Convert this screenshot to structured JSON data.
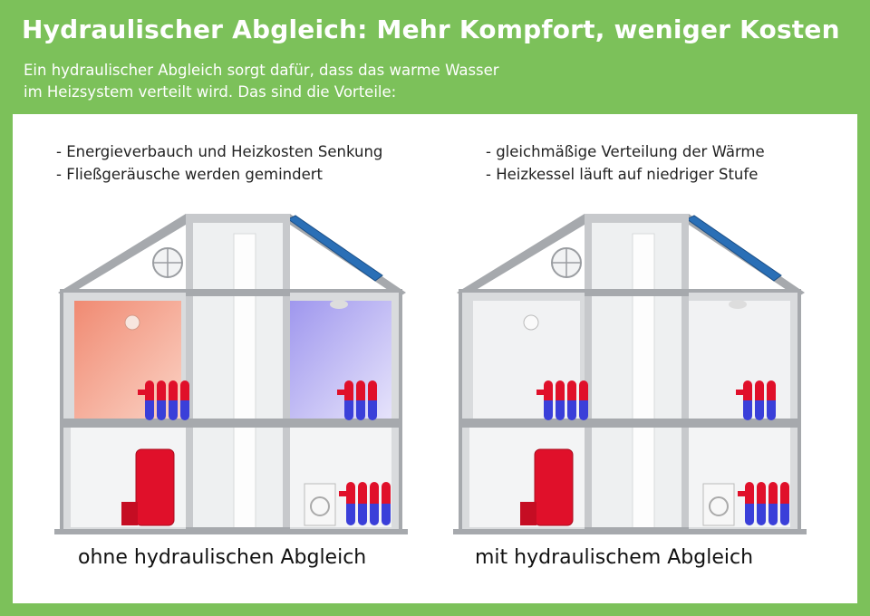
{
  "header": {
    "title": "Hydraulischer Abgleich: Mehr Kompfort, weniger Kosten",
    "subtitle_line1": "Ein hydraulischer Abgleich sorgt dafür, dass das warme Wasser",
    "subtitle_line2": "im Heizsystem verteilt wird. Das sind die Vorteile:"
  },
  "benefits_left": [
    "- Energieverbauch und Heizkosten Senkung",
    "- Fließgeräusche werden gemindert"
  ],
  "benefits_right": [
    "- gleichmäßige Verteilung der Wärme",
    "- Heizkessel läuft auf niedriger Stufe"
  ],
  "houses": [
    {
      "caption": "ohne hydraulischen Abgleich",
      "balanced": false
    },
    {
      "caption": "mit hydraulischem Abgleich",
      "balanced": true
    }
  ],
  "colors": {
    "background_green": "#7cc15a",
    "hot_red": "#e0102a",
    "cold_blue": "#3a3fd9",
    "warm_room": "#f3a88f",
    "cool_room": "#b8b4f2",
    "wall_gray": "#aeb1b5"
  }
}
